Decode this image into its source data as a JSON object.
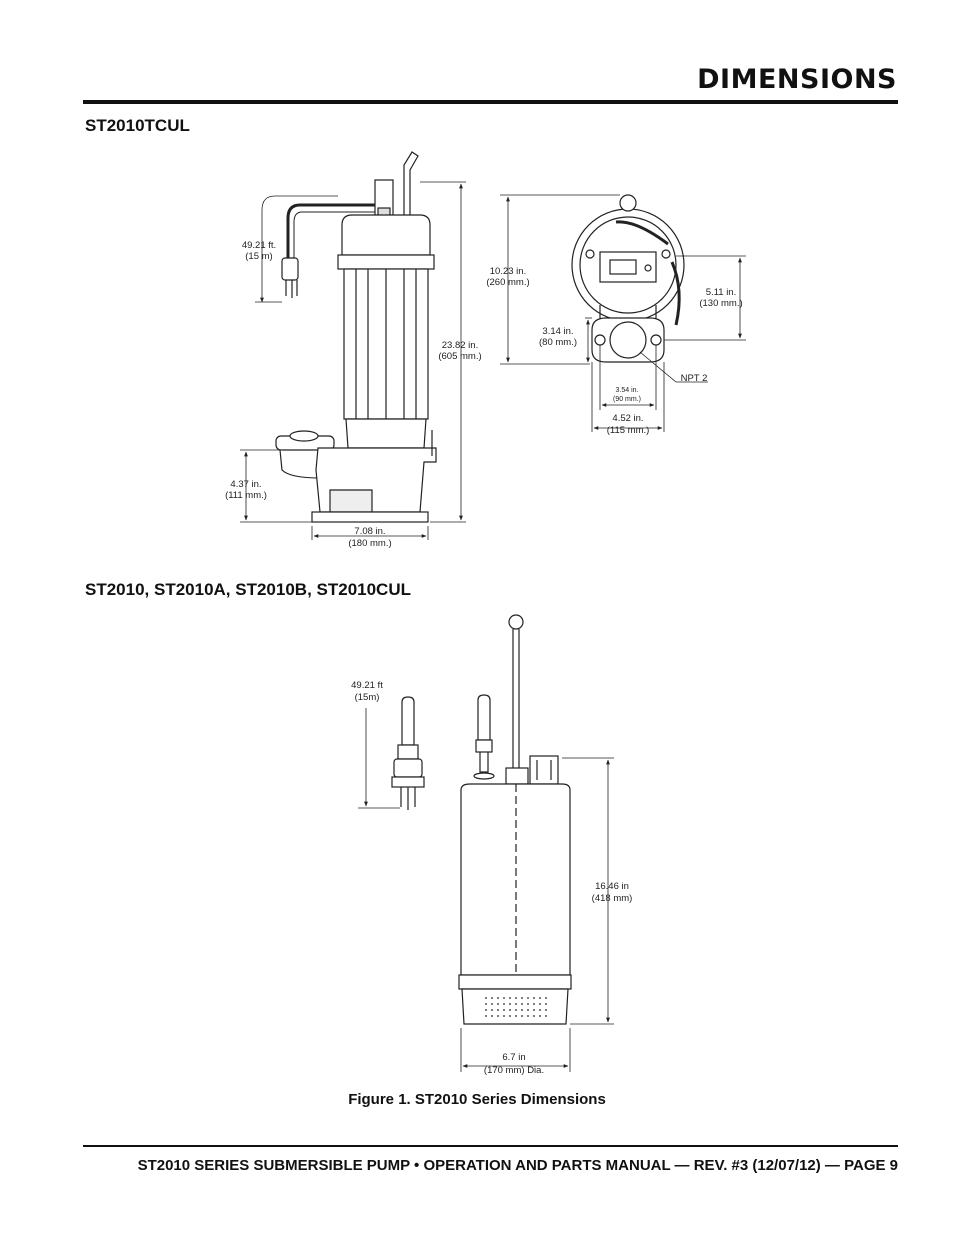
{
  "header": {
    "title": "DIMENSIONS"
  },
  "sections": [
    {
      "heading": "ST2010TCUL"
    },
    {
      "heading": "ST2010, ST2010A, ST2010B, ST2010CUL"
    }
  ],
  "drawing1": {
    "cord_length": [
      "49.21 ft.",
      "(15 m)"
    ],
    "overall_height": [
      "23.82 in.",
      "(605 mm.)"
    ],
    "base_height": [
      "4.37 in.",
      "(111 mm.)"
    ],
    "base_width": [
      "7.08 in.",
      "(180 mm.)"
    ],
    "top_height": [
      "10.23 in.",
      "(260 mm.)"
    ],
    "flange_height": [
      "3.14 in.",
      "(80 mm.)"
    ],
    "side_width": [
      "5.11 in.",
      "(130 mm.)"
    ],
    "npt": "NPT 2",
    "bolt_spacing": [
      "3.54 in.",
      "(90 mm.)"
    ],
    "flange_width": [
      "4.52 in.",
      "(115 mm.)"
    ]
  },
  "drawing2": {
    "cord_length": [
      "49.21 ft",
      "(15m)"
    ],
    "height": [
      "16.46 in",
      "(418 mm)"
    ],
    "diameter": [
      "6.7 in",
      "(170 mm) Dia."
    ]
  },
  "caption": "Figure 1. ST2010 Series Dimensions",
  "footer": "ST2010 SERIES SUBMERSIBLE PUMP • OPERATION AND PARTS MANUAL — REV. #3 (12/07/12) — PAGE 9"
}
